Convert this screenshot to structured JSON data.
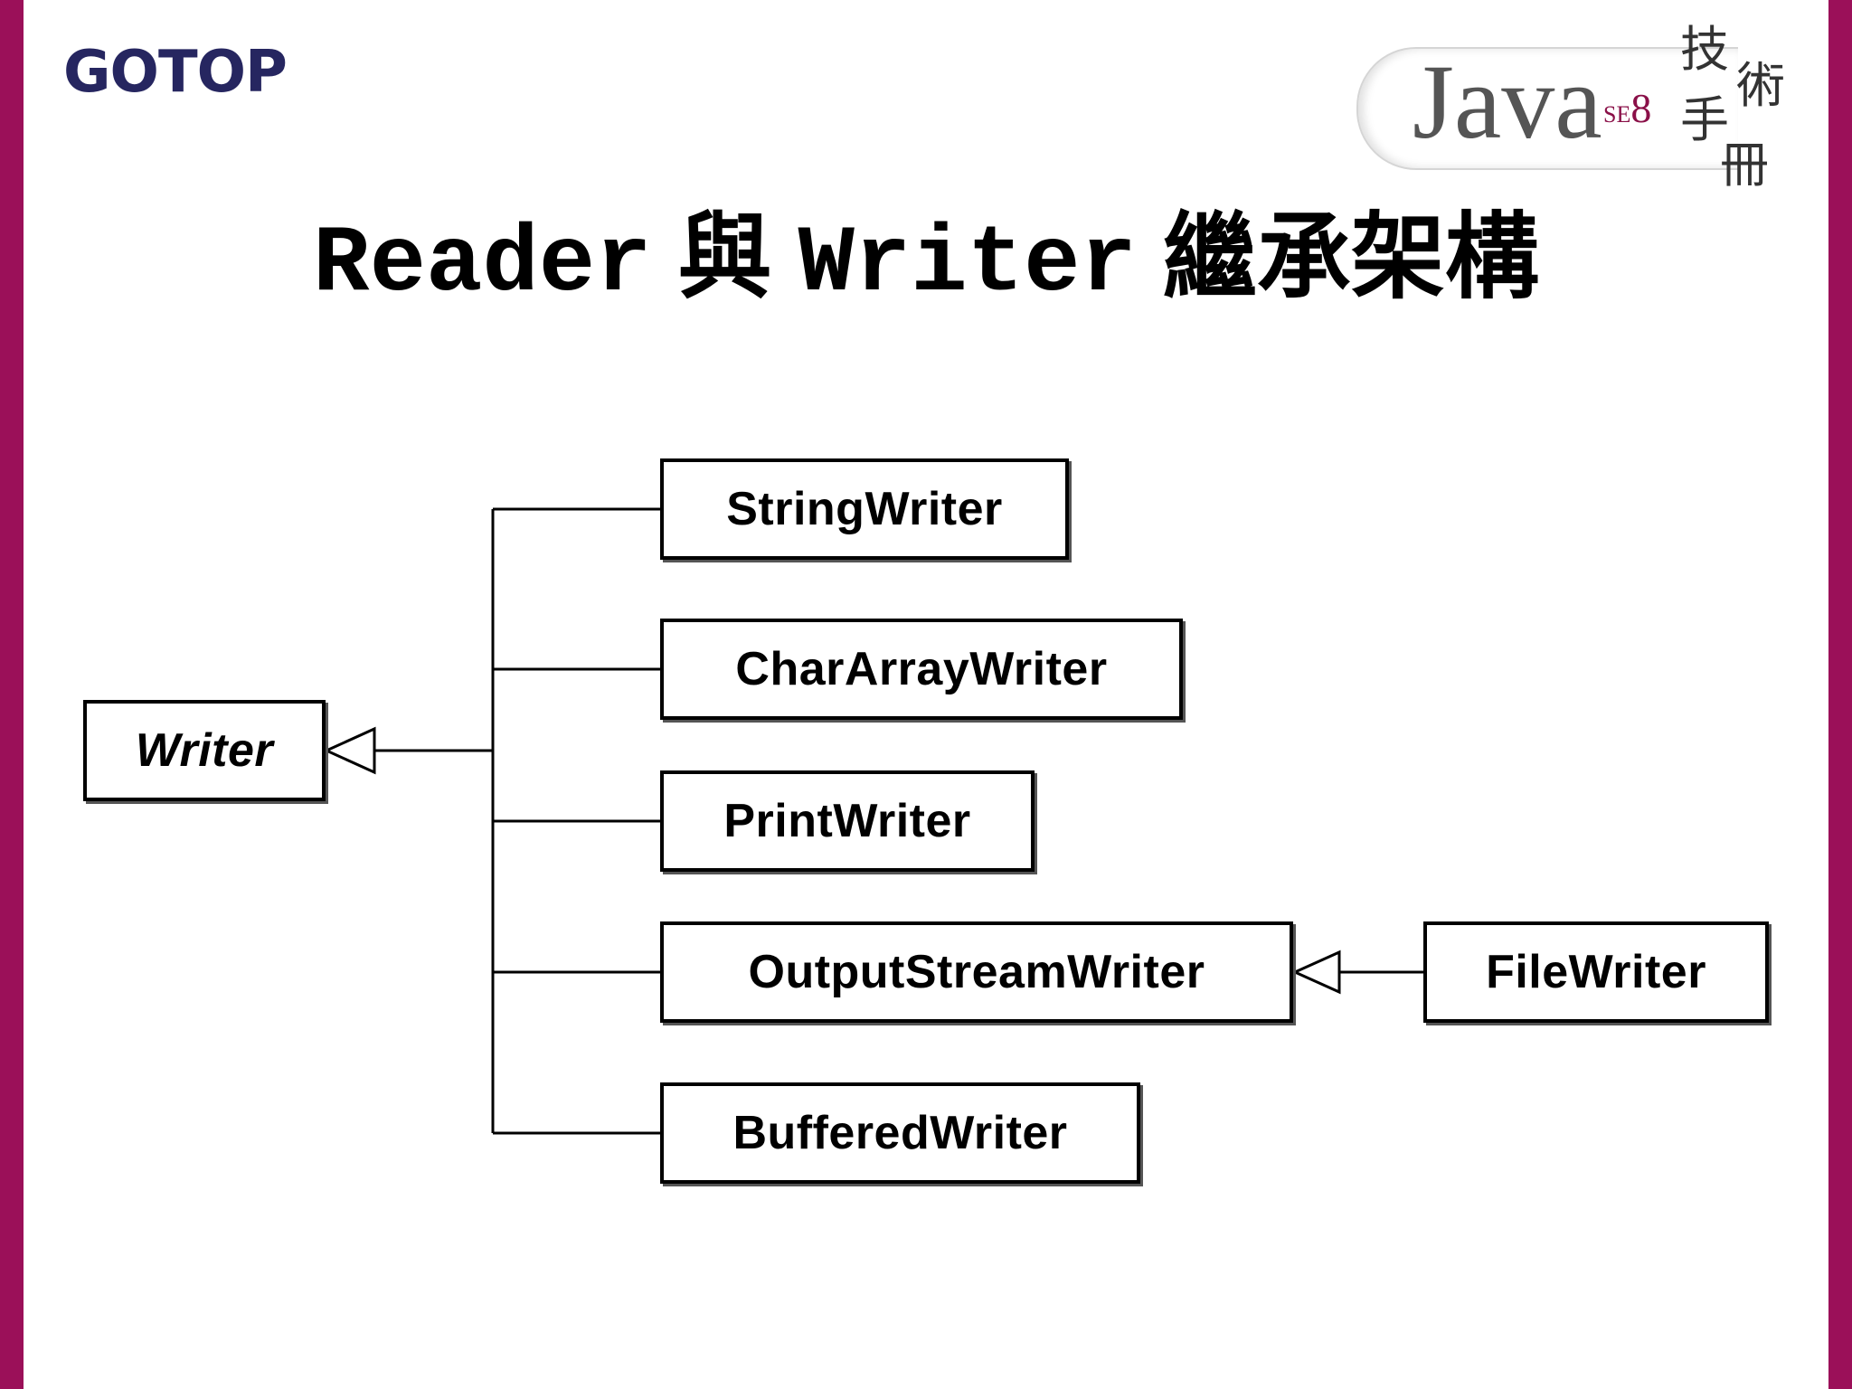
{
  "brand": {
    "logo_text": "GOTOP",
    "colors": {
      "side_bar": "#9b1059",
      "logo": "#262660",
      "se_mark": "#8a1048"
    }
  },
  "badge": {
    "java": "Java",
    "se": "SE",
    "version": "8",
    "cjk": [
      "技",
      "術",
      "手",
      "冊"
    ]
  },
  "title": {
    "part1": "Reader",
    "part2": "與",
    "part3": "Writer",
    "part4": "繼承架構"
  },
  "diagram": {
    "base_class": "Writer",
    "subclasses": [
      "StringWriter",
      "CharArrayWriter",
      "PrintWriter",
      "OutputStreamWriter",
      "BufferedWriter"
    ],
    "grandchild": {
      "name": "FileWriter",
      "parent": "OutputStreamWriter"
    },
    "relation": "inheritance"
  }
}
